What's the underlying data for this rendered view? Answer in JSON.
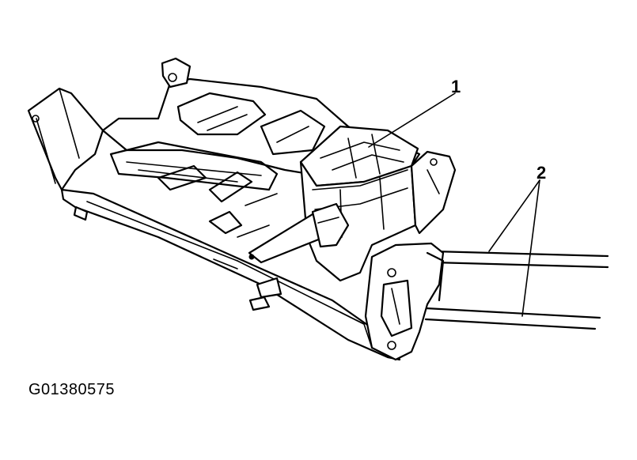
{
  "diagram": {
    "callouts": [
      {
        "id": "1",
        "label": "1"
      },
      {
        "id": "2",
        "label": "2"
      }
    ],
    "figure_id": "G01380575"
  },
  "colors": {
    "line": "#000000",
    "background": "#ffffff"
  }
}
